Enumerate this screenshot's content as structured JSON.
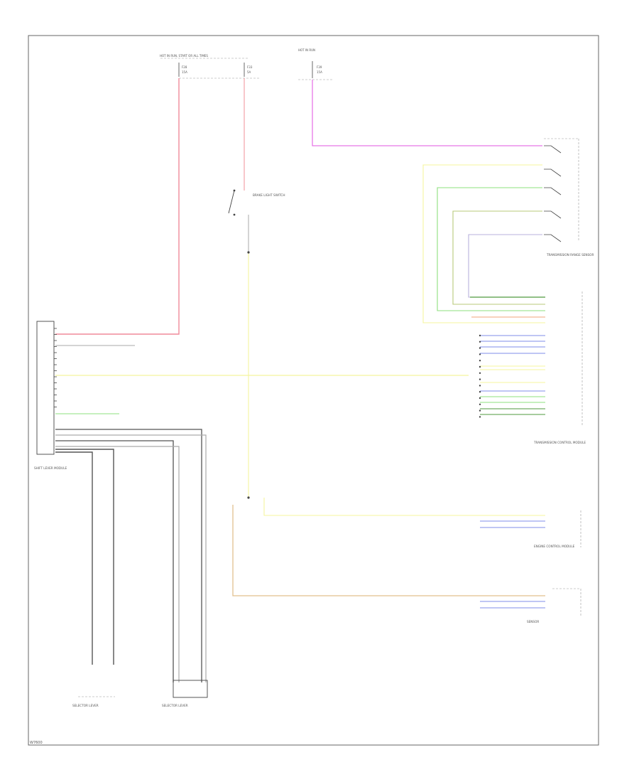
{
  "diagram": {
    "footer_id": "W7600",
    "fuse_boxes": {
      "left": {
        "title": "HOT IN RUN, START OR ALL TIMES",
        "fuse_a": "F28",
        "fuse_b": "F33",
        "amps_a": "15A",
        "amps_b": "5A"
      },
      "right": {
        "title": "HOT IN RUN",
        "fuse": "F39",
        "amps": "15A"
      }
    },
    "wire_colors": {
      "red": "#f08a9a",
      "pink": "#f2a2a8",
      "magenta": "#e777e8",
      "yellow": "#f4f49e",
      "green": "#8ee07c",
      "olive": "#b8c97a",
      "violet": "#b9b1dc",
      "darkgreen": "#4f9a3e",
      "orange": "#f0a478",
      "tan": "#e2c08e",
      "blue": "#7f8de8",
      "gray": "#aaaaaa",
      "dark": "#555555"
    },
    "components": {
      "brake_switch": "BRAKE LIGHT SWITCH",
      "shift_lever_module": "SHIFT LEVER MODULE",
      "transmission_range_sensor": "TRANSMISSION RANGE SENSOR",
      "tcm": "TRANSMISSION CONTROL MODULE",
      "ecm": "ENGINE CONTROL MODULE",
      "selector_lever_left": "SELECTOR LEVER",
      "selector_lever_right": "SELECTOR LEVER",
      "sensor_right": "SENSOR"
    }
  }
}
